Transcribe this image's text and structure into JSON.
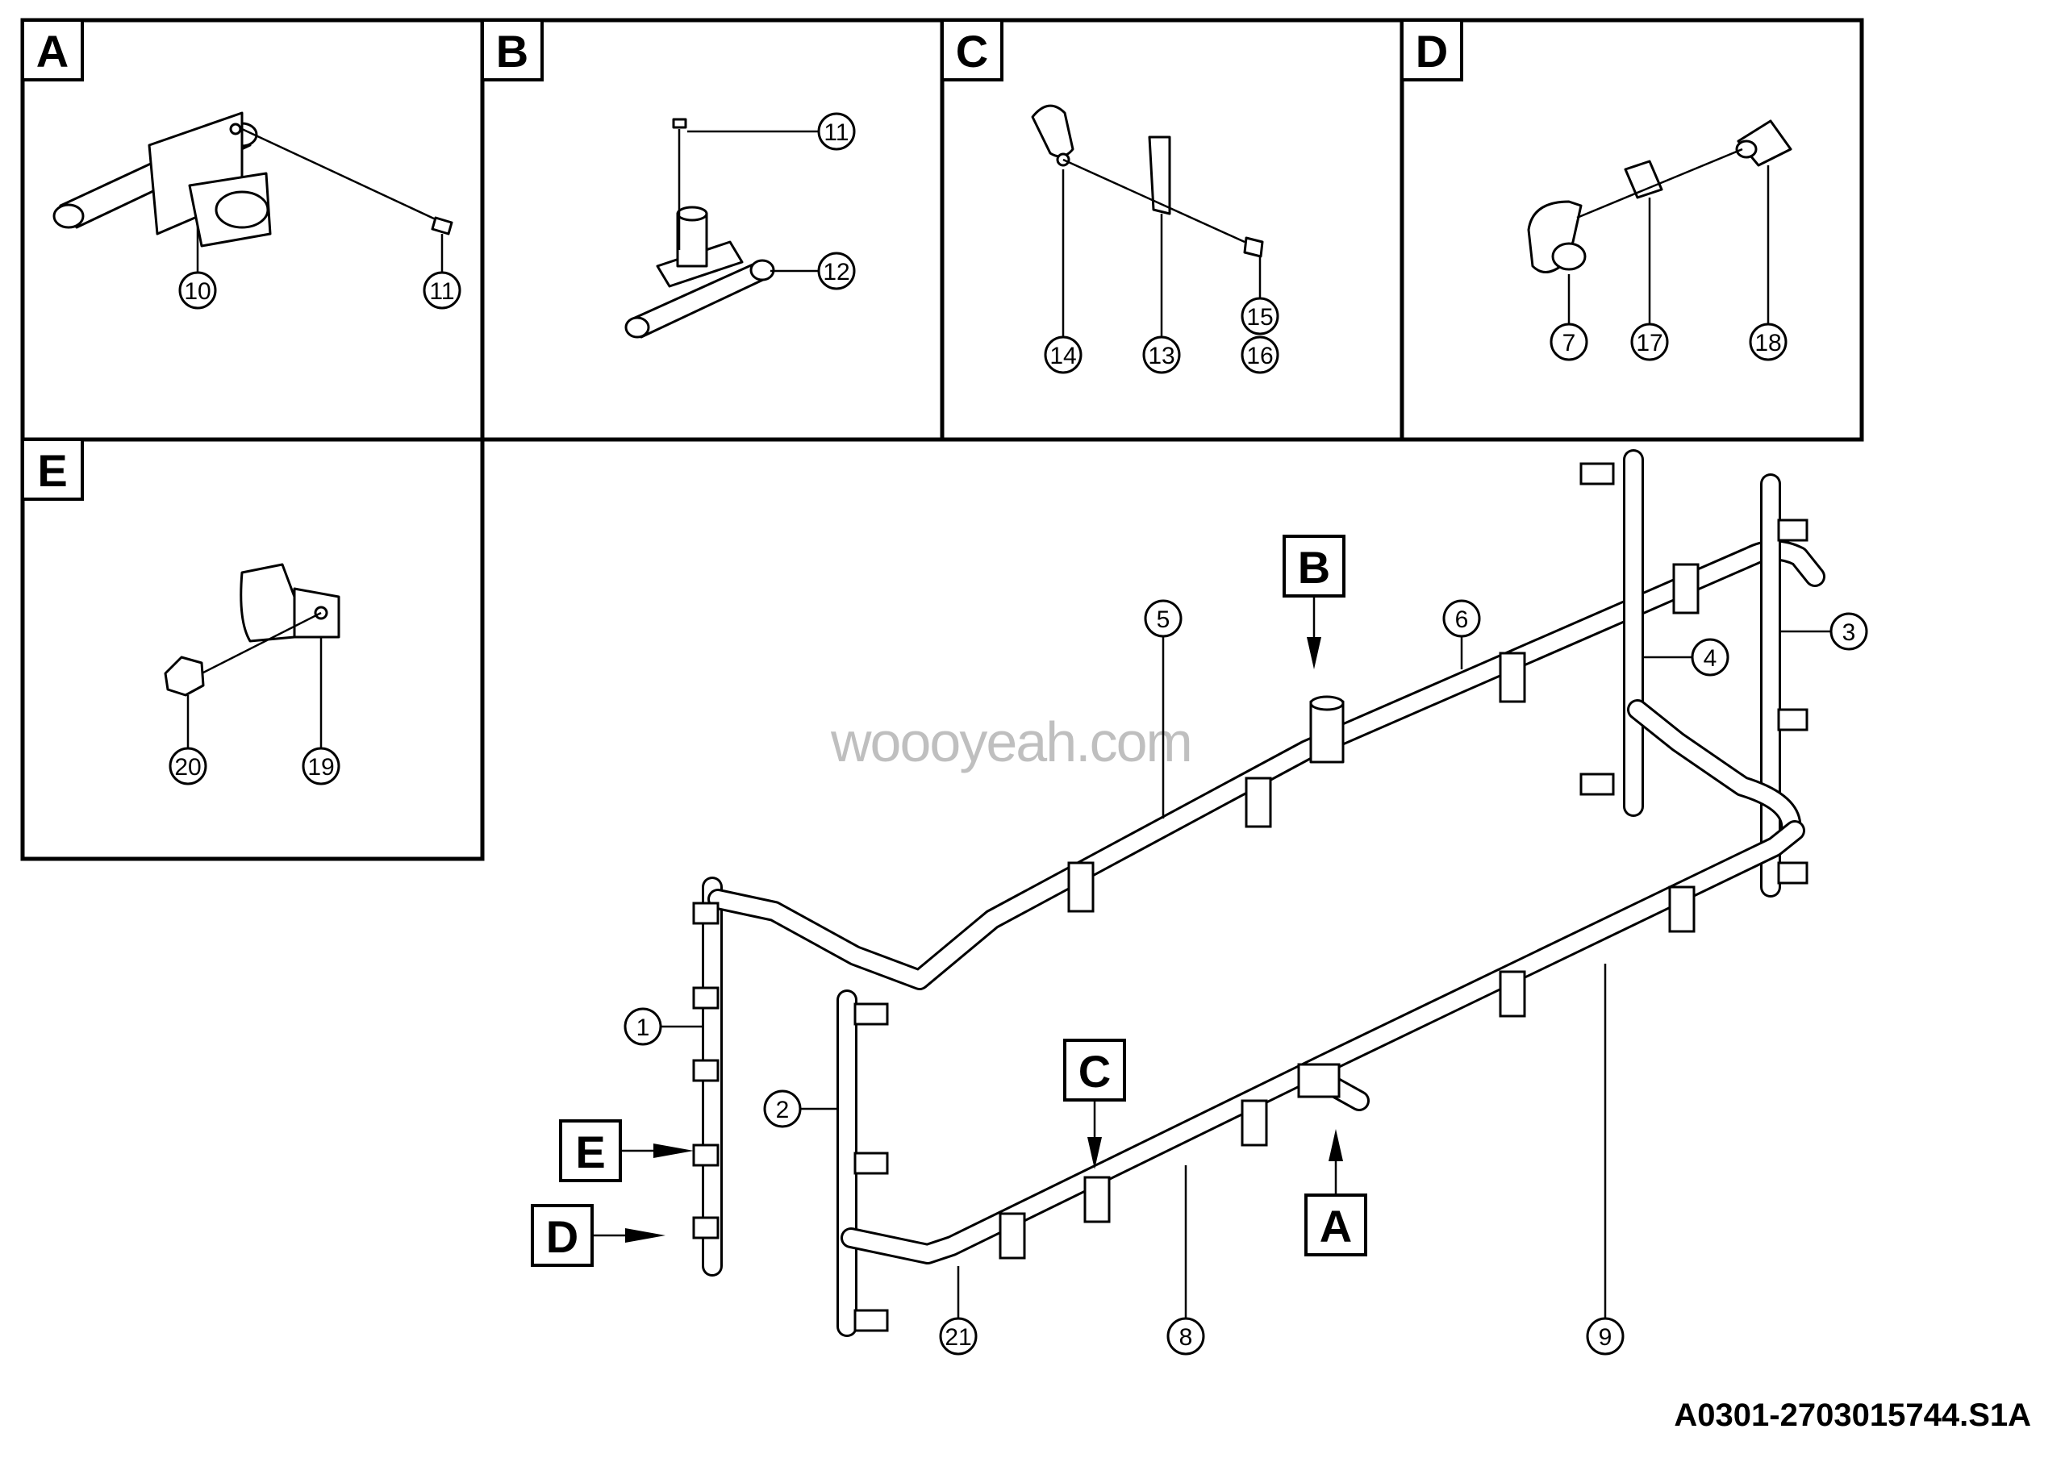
{
  "detail_views": [
    {
      "tag": "A",
      "callouts": [
        "10",
        "11"
      ]
    },
    {
      "tag": "B",
      "callouts": [
        "11",
        "12"
      ]
    },
    {
      "tag": "C",
      "callouts": [
        "14",
        "13",
        "15",
        "16"
      ]
    },
    {
      "tag": "D",
      "callouts": [
        "7",
        "17",
        "18"
      ]
    },
    {
      "tag": "E",
      "callouts": [
        "20",
        "19"
      ]
    }
  ],
  "main_view": {
    "tags": [
      "A",
      "B",
      "C",
      "D",
      "E"
    ],
    "callouts": [
      "1",
      "2",
      "3",
      "4",
      "5",
      "6",
      "8",
      "9",
      "21"
    ]
  },
  "drawing_code": "A0301-2703015744.S1A",
  "watermark": "woooyeah.com"
}
